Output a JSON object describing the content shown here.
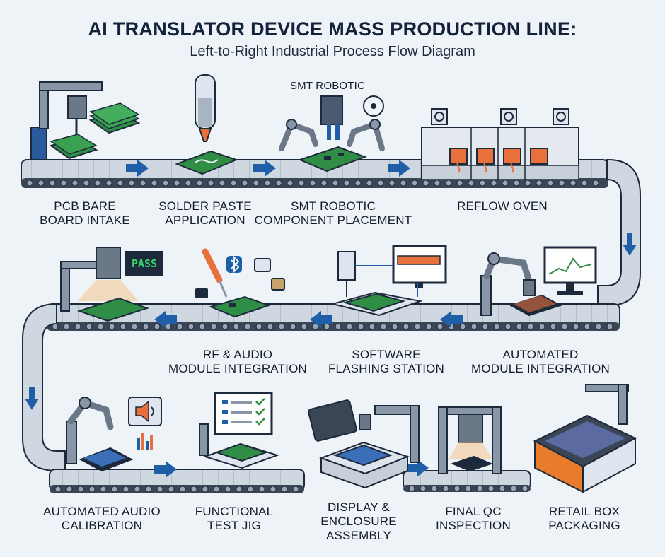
{
  "title": "AI TRANSLATOR DEVICE MASS PRODUCTION LINE:",
  "subtitle": "Left-to-Right Industrial Process Flow Diagram",
  "top_label": "SMT ROBOTIC",
  "pass_badge": "PASS",
  "icons": [
    "bluetooth-icon",
    "speaker-icon",
    "checklist-icon",
    "fan-icon"
  ],
  "colors": {
    "conveyor": "#c4cdd8",
    "outline": "#1d2a3c",
    "pcb_green": "#2f8d45",
    "arrow_blue": "#1f5fa8",
    "oven_window": "#e8703a",
    "box_orange": "#e87b2c"
  },
  "stations": [
    {
      "line1": "PCB BARE",
      "line2": "BOARD INTAKE",
      "line3": ""
    },
    {
      "line1": "SOLDER PASTE",
      "line2": "APPLICATION",
      "line3": ""
    },
    {
      "line1": "SMT ROBOTIC",
      "line2": "COMPONENT PLACEMENT",
      "line3": ""
    },
    {
      "line1": "REFLOW OVEN",
      "line2": "",
      "line3": ""
    },
    {
      "line1": "AUTOMATED",
      "line2": "MODULE INTEGRATION",
      "line3": ""
    },
    {
      "line1": "SOFTWARE",
      "line2": "FLASHING STATION",
      "line3": ""
    },
    {
      "line1": "RF & AUDIO",
      "line2": "MODULE INTEGRATION",
      "line3": ""
    },
    {
      "line1": "AUTOMATED AUDIO",
      "line2": "CALIBRATION",
      "line3": ""
    },
    {
      "line1": "FUNCTIONAL",
      "line2": "TEST JIG",
      "line3": ""
    },
    {
      "line1": "DISPLAY &",
      "line2": "ENCLOSURE",
      "line3": "ASSEMBLY"
    },
    {
      "line1": "FINAL QC",
      "line2": "INSPECTION",
      "line3": ""
    },
    {
      "line1": "RETAIL BOX",
      "line2": "PACKAGING",
      "line3": ""
    }
  ]
}
